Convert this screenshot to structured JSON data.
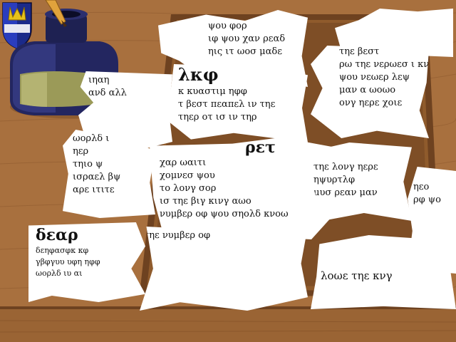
{
  "colors": {
    "table": "#a8703e",
    "table_dark": "#7a4a22",
    "tray": "#8b5a2b",
    "paper": "#ffffff",
    "ink_bottle": "#2c2f6e",
    "label": "#9b9a58"
  },
  "icons": {
    "crest": "crest-icon",
    "ink_bottle": "ink-bottle-icon",
    "quill": "quill-icon"
  },
  "fragments": [
    {
      "id": "f1",
      "lines": [
        "ψου φορ",
        "ιφ ψου χαν ρεαδ",
        "ηις ιτ ωοσ μαδε"
      ]
    },
    {
      "id": "f2",
      "title": "λκφ",
      "lines": [
        "κ κυαστιμ ηφφ",
        "τ βεστ πεαπελ ιν τηε",
        "τηερ οτ ισ ιν τηρ"
      ]
    },
    {
      "id": "f3",
      "lines": [
        "ιηαη",
        "ανδ αλλ"
      ]
    },
    {
      "id": "f4",
      "lines": [
        "τηε βεστ",
        "ρω τηε νερωεσ ι κν",
        "ψου νεωερ λεψ",
        "μαν α ωοωο",
        "ονγ ηερε χοιε"
      ]
    },
    {
      "id": "f5",
      "lines": [
        "ωορλδ ι",
        "ηερ",
        "τηιο ψ",
        "ισραελ βψ",
        "αρε ιτιτε"
      ]
    },
    {
      "id": "f6",
      "title": "ρετ",
      "lines": [
        "χαρ ωαιτι",
        "χομνεσ ψου",
        "το λονγ σορ",
        "ισ τηε βιγ κινγ αωο",
        "νυμβερ οφ ψου σηολδ κνοω"
      ]
    },
    {
      "id": "f7",
      "lines": [
        "τηε λονγ ηερε",
        "ηψυρτλφ",
        "μυσ ρεαν μαν"
      ]
    },
    {
      "id": "f8",
      "lines": [
        "ηεο",
        "ρφ ψο"
      ]
    },
    {
      "id": "f9",
      "title": "δεαρ",
      "lines": [
        "δεηφασφκ κφ",
        "γβφγυυ υφη ηφφ",
        "ωορλδ ιυ αι"
      ]
    },
    {
      "id": "f10",
      "lines": [
        "τηε νυμβερ οφ"
      ]
    },
    {
      "id": "f11",
      "lines": [
        "λοωε τηε κνγ"
      ]
    }
  ]
}
